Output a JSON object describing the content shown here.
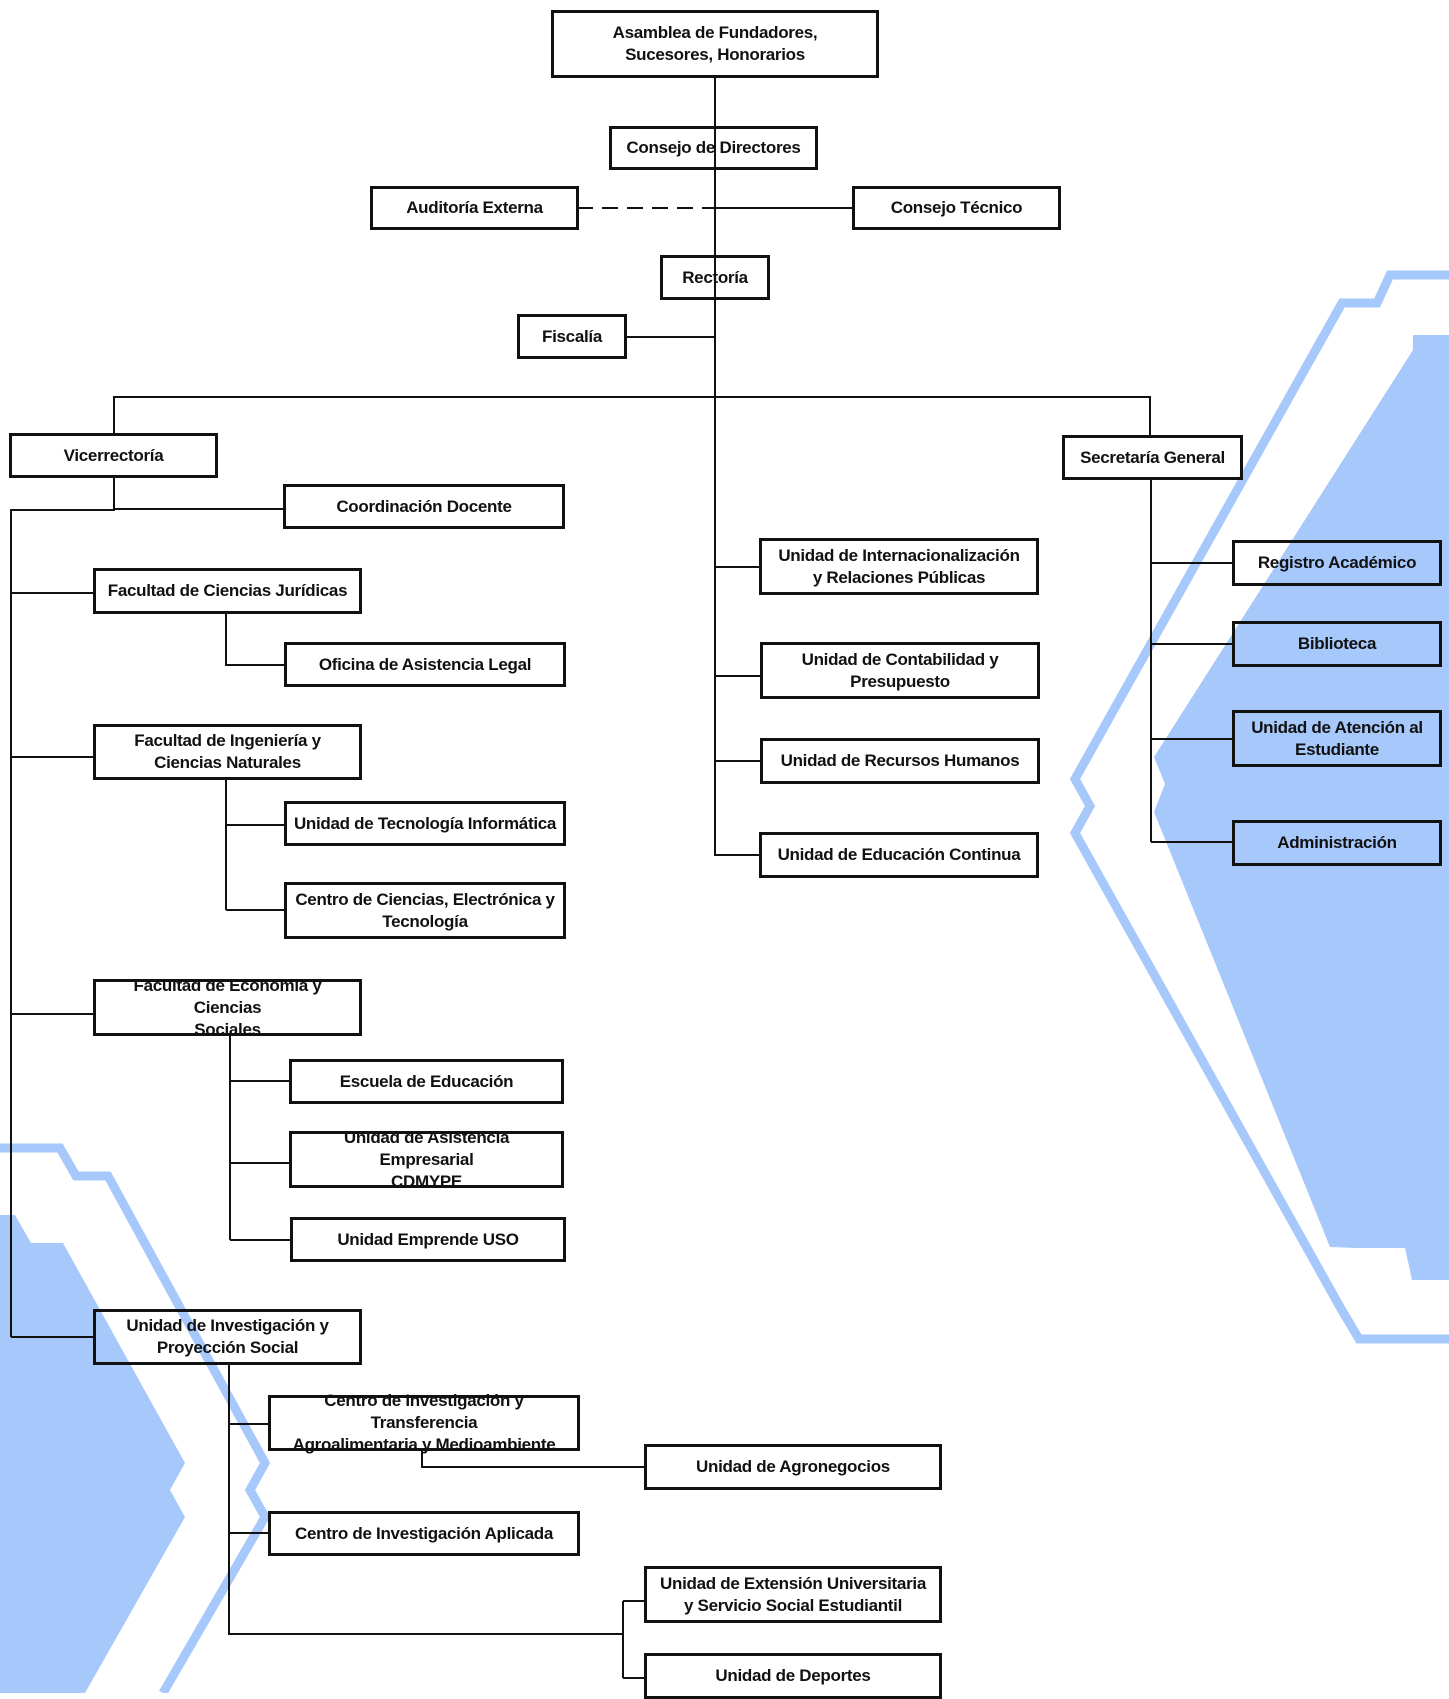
{
  "accent_color": "#a6c8fb",
  "nodes": {
    "asamblea": "Asamblea de Fundadores,\nSucesores, Honorarios",
    "consejo_directores": "Consejo de Directores",
    "auditoria": "Auditoría Externa",
    "consejo_tecnico": "Consejo Técnico",
    "rectoria": "Rectoría",
    "fiscalia": "Fiscalía",
    "vicerrectoria": "Vicerrectoría",
    "secretaria": "Secretaría General",
    "coord_docente": "Coordinación Docente",
    "fac_juridicas": "Facultad de Ciencias Jurídicas",
    "asistencia_legal": "Oficina de Asistencia Legal",
    "fac_ingenieria": "Facultad de Ingeniería y\nCiencias Naturales",
    "tecnologia_info": "Unidad de Tecnología Informática",
    "centro_ciencias": "Centro de Ciencias, Electrónica y\nTecnología",
    "fac_economia": "Facultad de Economía y Ciencias\nSociales",
    "escuela_educacion": "Escuela de Educación",
    "asistencia_empresarial": "Unidad de Asistencia Empresarial\nCDMYPE",
    "emprende": "Unidad Emprende USO",
    "investigacion": "Unidad de Investigación y\nProyección Social",
    "centro_agro": "Centro de Investigación y Transferencia\nAgroalimentaria y Medioambiente",
    "agronegocios": "Unidad de Agronegocios",
    "investigacion_aplicada": "Centro de Investigación Aplicada",
    "extension": "Unidad de Extensión Universitaria\ny Servicio Social Estudiantil",
    "deportes": "Unidad de Deportes",
    "internacionalizacion": "Unidad de Internacionalización\ny Relaciones Públicas",
    "contabilidad": "Unidad de Contabilidad y\nPresupuesto",
    "recursos_humanos": "Unidad de Recursos Humanos",
    "educacion_continua": "Unidad de Educación Continua",
    "registro": "Registro Académico",
    "biblioteca": "Biblioteca",
    "atencion": "Unidad de Atención al\nEstudiante",
    "administracion": "Administración"
  }
}
